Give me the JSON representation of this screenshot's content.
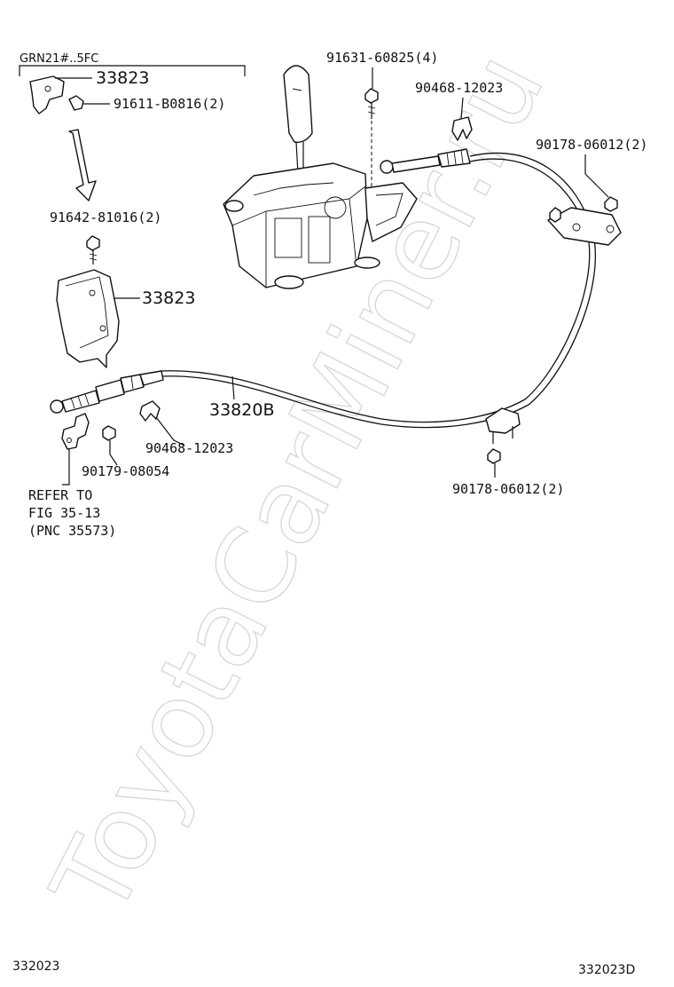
{
  "diagram": {
    "watermark": "ToyotaCarMiner.ru",
    "group_condition": "GRN21#..5FC",
    "labels": {
      "bracket_upper": "33823",
      "screw_upper": "91611-B0816(2)",
      "bolt_top": "91631-60825(4)",
      "clip_top": "90468-12023",
      "nut_right_upper": "90178-06012(2)",
      "bolt_mid": "91642-81016(2)",
      "bracket_lower": "33823",
      "cable": "33820B",
      "clip_lower": "90468-12023",
      "nut_lower": "90179-08054",
      "nut_right_lower": "90178-06012(2)"
    },
    "reference": {
      "line1": "REFER TO",
      "line2": "FIG 35-13",
      "line3": "(PNC 35573)"
    },
    "footer": {
      "left_code": "332023",
      "right_code": "332023D"
    }
  }
}
